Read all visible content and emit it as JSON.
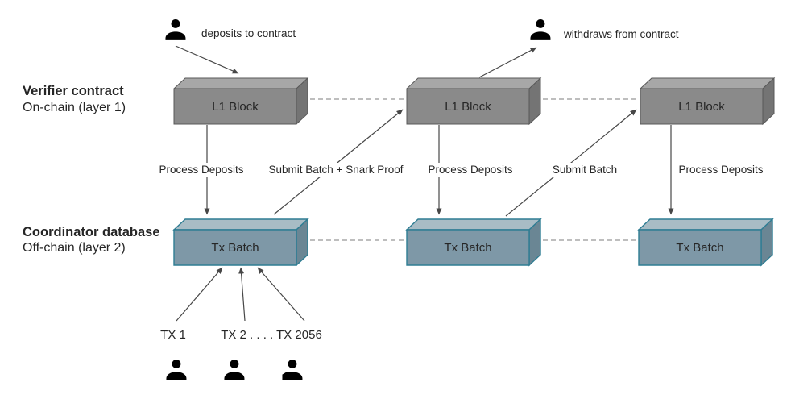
{
  "layers": {
    "row1": {
      "title": "Verifier contract",
      "subtitle": "On-chain (layer 1)"
    },
    "row2": {
      "title": "Coordinator database",
      "subtitle": "Off-chain (layer 2)"
    }
  },
  "actors": {
    "depositor_caption": "deposits to contract",
    "withdrawer_caption": "withdraws from contract"
  },
  "nodes": {
    "l1_blocks": [
      "L1 Block",
      "L1 Block",
      "L1 Block"
    ],
    "tx_batches": [
      "Tx Batch",
      "Tx Batch",
      "Tx Batch"
    ]
  },
  "edges": [
    "Process Deposits",
    "Submit Batch + Snark Proof",
    "Process Deposits",
    "Submit Batch",
    "Process Deposits"
  ],
  "transactions": {
    "first": "TX 1",
    "rest": "TX 2 . . . . TX 2056"
  },
  "icons": {
    "person": "person-icon"
  },
  "colors": {
    "l1_top": "#a7a7a7",
    "l1_front": "#8a8a8a",
    "l1_side": "#747474",
    "l1_stroke": "#585858",
    "tx_top": "#a8bcc5",
    "tx_front": "#7e98a7",
    "tx_side": "#6a8694",
    "tx_stroke": "#2f7d93",
    "arrow": "#474747",
    "dashed_connector": "#a8a8a8",
    "text": "#262626",
    "person": "#000000"
  }
}
